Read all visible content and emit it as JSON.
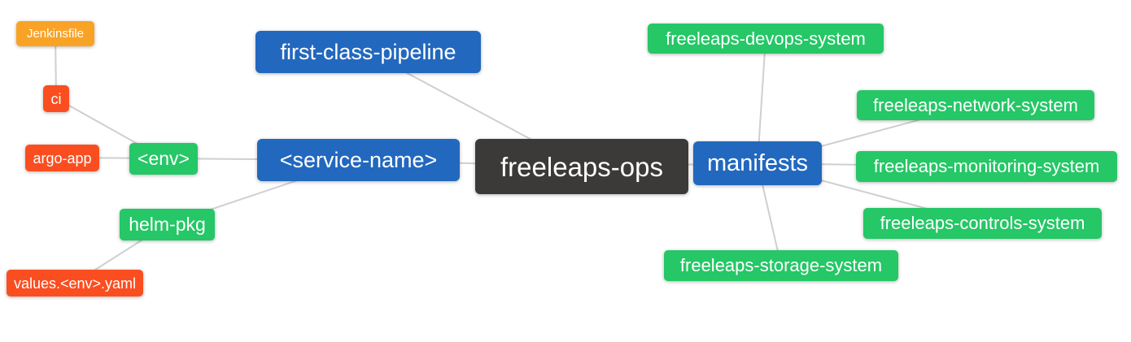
{
  "diagram": {
    "type": "mindmap",
    "root": "freeleaps-ops",
    "colors": {
      "blue": "#2268BE",
      "green": "#25C766",
      "red_orange": "#FB4E20",
      "amber": "#F9A326",
      "dark": "#3C3A38",
      "edge_line": "#CFCFCF",
      "node_text": "#FFFFFF",
      "background": "#FFFFFF"
    },
    "nodes": [
      {
        "id": "jenkinsfile",
        "label": "Jenkinsfile",
        "color": "amber"
      },
      {
        "id": "ci",
        "label": "ci",
        "color": "red_orange"
      },
      {
        "id": "argo-app",
        "label": "argo-app",
        "color": "red_orange"
      },
      {
        "id": "env",
        "label": "<env>",
        "color": "green"
      },
      {
        "id": "helm-pkg",
        "label": "helm-pkg",
        "color": "green"
      },
      {
        "id": "values-env-yaml",
        "label": "values.<env>.yaml",
        "color": "red_orange"
      },
      {
        "id": "first-class-pipeline",
        "label": "first-class-pipeline",
        "color": "blue"
      },
      {
        "id": "service-name",
        "label": "<service-name>",
        "color": "blue"
      },
      {
        "id": "freeleaps-ops",
        "label": "freeleaps-ops",
        "color": "dark"
      },
      {
        "id": "manifests",
        "label": "manifests",
        "color": "blue"
      },
      {
        "id": "freeleaps-devops-system",
        "label": "freeleaps-devops-system",
        "color": "green"
      },
      {
        "id": "freeleaps-network-system",
        "label": "freeleaps-network-system",
        "color": "green"
      },
      {
        "id": "freeleaps-monitoring-system",
        "label": "freeleaps-monitoring-system",
        "color": "green"
      },
      {
        "id": "freeleaps-controls-system",
        "label": "freeleaps-controls-system",
        "color": "green"
      },
      {
        "id": "freeleaps-storage-system",
        "label": "freeleaps-storage-system",
        "color": "green"
      }
    ],
    "edges": [
      {
        "from": "jenkinsfile",
        "to": "ci"
      },
      {
        "from": "ci",
        "to": "env"
      },
      {
        "from": "argo-app",
        "to": "env"
      },
      {
        "from": "env",
        "to": "service-name"
      },
      {
        "from": "helm-pkg",
        "to": "service-name"
      },
      {
        "from": "values-env-yaml",
        "to": "helm-pkg"
      },
      {
        "from": "first-class-pipeline",
        "to": "freeleaps-ops"
      },
      {
        "from": "service-name",
        "to": "freeleaps-ops"
      },
      {
        "from": "freeleaps-ops",
        "to": "manifests"
      },
      {
        "from": "manifests",
        "to": "freeleaps-devops-system"
      },
      {
        "from": "manifests",
        "to": "freeleaps-network-system"
      },
      {
        "from": "manifests",
        "to": "freeleaps-monitoring-system"
      },
      {
        "from": "manifests",
        "to": "freeleaps-controls-system"
      },
      {
        "from": "manifests",
        "to": "freeleaps-storage-system"
      }
    ]
  }
}
